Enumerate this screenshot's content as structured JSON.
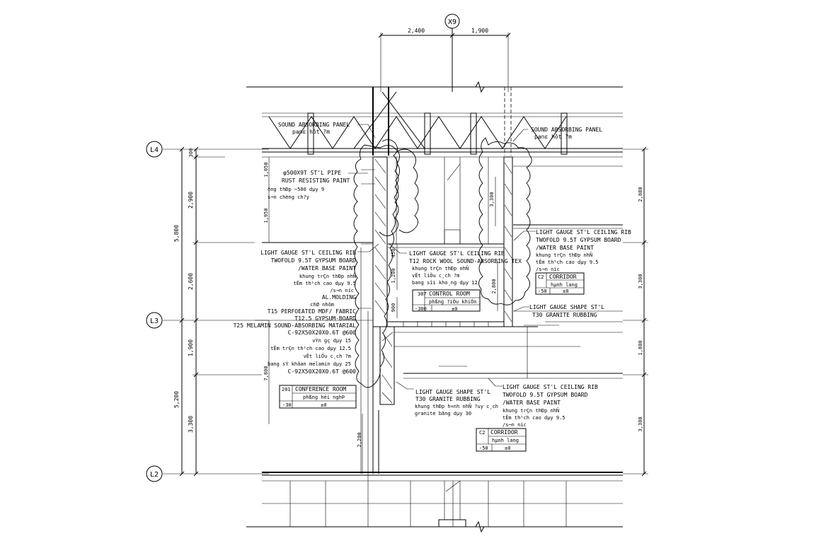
{
  "grid": {
    "x9": "X9",
    "l4": "L4",
    "l3": "L3",
    "l2": "L2"
  },
  "top_dims": [
    "2,400",
    "1,900"
  ],
  "left_dims": {
    "outer": [
      "5,800",
      "5,200"
    ],
    "inner": [
      "300",
      "2,900",
      "2,600",
      "1,900",
      "3,300"
    ],
    "small": [
      "1,050",
      "1,950",
      "7,800",
      "2,200"
    ]
  },
  "inner_dims": [
    "3,300",
    "450",
    "1,200",
    "900",
    "2,800"
  ],
  "right_dims": [
    "2,880",
    "3,300",
    "1,800",
    "3,300"
  ],
  "notes": {
    "sound_panel_left": [
      "SOUND ABSORBING PANEL",
      "panε hôt ?m"
    ],
    "sound_panel_right": [
      "SOUND ABSORBING PANEL",
      "panε hôt ?m"
    ],
    "pipe": [
      "φ500X9T ST'L PIPE",
      "RUST RESISTING PAINT",
      "ông thÐp ~500 dµy 9",
      "s¬n chèng ch?y"
    ],
    "ceiling_left": [
      "LIGHT GAUGE ST'L CEILING RIB",
      "TWOFOLD 9.5T GYPSUM BOARD",
      "/WATER BASE PAINT",
      "khung trÇn thÐp nhÑ",
      "tÊm th¹ch cao dµy 9.5",
      "/s¬n n­íc",
      "AL.MOLDING",
      "chØ nhôm",
      "T15 PERFOEATED MDF/ FABRIC",
      "T12.5 GYPSUM-BOARD",
      "T25 MELAMIN SOUND-ABSORBING MATARIAL",
      "C-92X50X20X0.6T @600",
      "vÝn gç dµy 15",
      "tÊm trÇn th¹ch cao dµy 12.5",
      "vËt liÖu c¸ch ?m",
      "bang sÝ khâan melamin dµy 25",
      "C-92X50X20X0.6T @600"
    ],
    "ceiling_mid": [
      "LIGHT GAUGE ST'L CEILING RIB",
      "T12 ROCK WOOL SOUND-ABSORBING TEX",
      "khung trÇn thÐp nhÑ",
      "vËt liÖu c¸ch ?m",
      "bang sîi kho¸ng dµy 12"
    ],
    "ceiling_right_upper": [
      "LIGHT GAUGE ST'L CEILING RIB",
      "TWOFOLD 9.5T GYPSUM BOARD",
      "/WATER BASE PAINT",
      "khung trÇn thÐp nhÑ",
      "tÊm th¹ch cao dµy 9.5",
      "/s¬n n­íc"
    ],
    "shape_right_upper": [
      "LIGHT GAUGE SHAPE ST'L",
      "T30 GRANITE RUBBING"
    ],
    "shape_lower": [
      "LIGHT GAUGE SHAPE ST'L",
      "T30 GRANITE RUBBING",
      "khung thÐp h×nh nhÑ ?uy c¸ch",
      "granite bãng dµy 30"
    ],
    "ceiling_right_lower": [
      "LIGHT GAUGE ST'L CEILING RIB",
      "TWOFOLD 9.5T GYPSUM BOARD",
      "/WATER BASE PAINT",
      "khung trÇn thÐp nhÑ",
      "tÊm th¹ch cao dµy 9.5",
      "/s¬n n­íc"
    ]
  },
  "room_tags": {
    "control": {
      "num": "307",
      "name": "CONTROL ROOM",
      "sub": "phßng ?iÒu khiÓn",
      "lvl": "-300",
      "elev": "±0"
    },
    "conference": {
      "num": "201",
      "name": "CONFERENCE ROOM",
      "sub": "phßng héi nghÞ",
      "lvl": "-30",
      "elev": "±0"
    },
    "corridor_upper": {
      "num": "C2",
      "name": "CORRIDOR",
      "sub": "hµnh lang",
      "lvl": "-50",
      "elev": "±0"
    },
    "corridor_lower": {
      "num": "C2",
      "name": "CORRIDOR",
      "sub": "hµnh lang",
      "lvl": "-50",
      "elev": "±0"
    }
  }
}
